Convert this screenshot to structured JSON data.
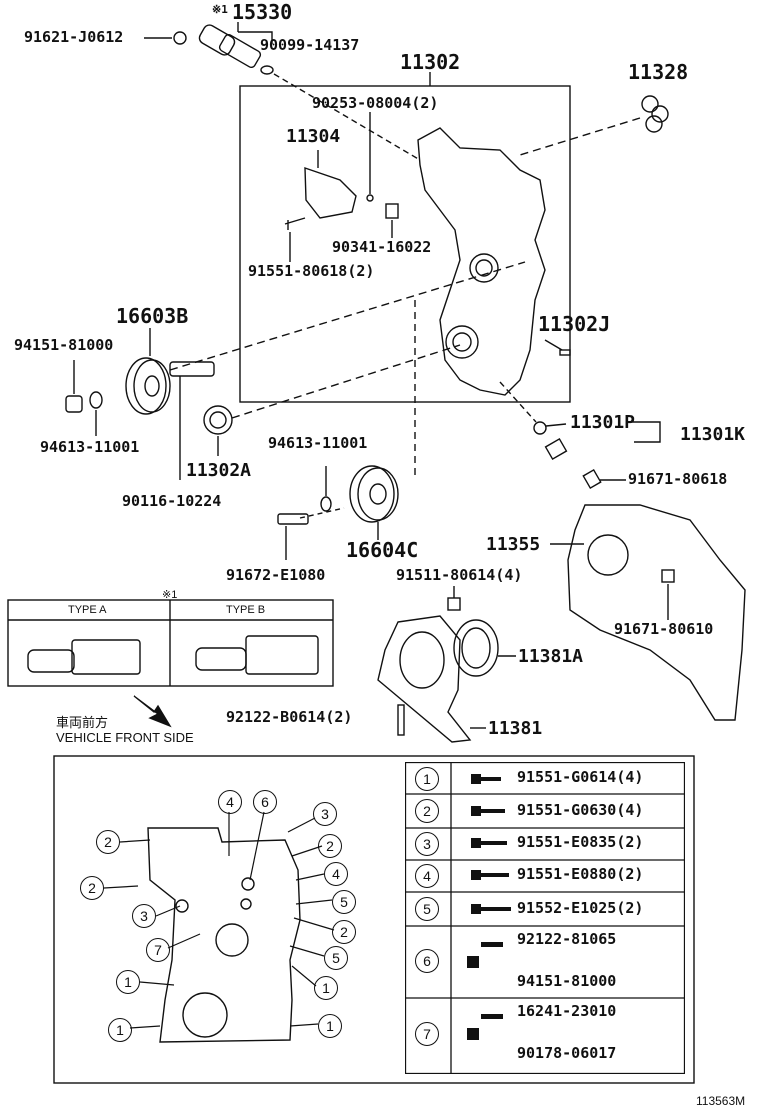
{
  "parts": {
    "p15330": "15330",
    "p15330_note": "※1",
    "p91621": "91621-J0612",
    "p90099": "90099-14137",
    "p11302": "11302",
    "p11328": "11328",
    "p90253": "90253-08004(2)",
    "p11304": "11304",
    "p90341": "90341-16022",
    "p91551_80618": "91551-80618(2)",
    "p16603B": "16603B",
    "p94151": "94151-81000",
    "p11302J": "11302J",
    "p94613_a": "94613-11001",
    "p11302A": "11302A",
    "p90116": "90116-10224",
    "p94613_b": "94613-11001",
    "p11301P": "11301P",
    "p11301K": "11301K",
    "p91671_80618": "91671-80618",
    "p11355": "11355",
    "p91672": "91672-E1080",
    "p16604C": "16604C",
    "p91511": "91511-80614(4)",
    "p91671_80610": "91671-80610",
    "p11381A": "11381A",
    "p92122_B": "92122-B0614(2)",
    "p11381": "11381"
  },
  "types": {
    "note": "※1",
    "type_a": "TYPE A",
    "type_b": "TYPE B"
  },
  "direction": {
    "jp": "車両前方",
    "en": "VEHICLE FRONT SIDE"
  },
  "bolt_table": [
    {
      "num": "1",
      "part": "91551-G0614(4)"
    },
    {
      "num": "2",
      "part": "91551-G0630(4)"
    },
    {
      "num": "3",
      "part": "91551-E0835(2)"
    },
    {
      "num": "4",
      "part": "91551-E0880(2)"
    },
    {
      "num": "5",
      "part": "91552-E1025(2)"
    },
    {
      "num": "6",
      "part_a": "92122-81065",
      "part_b": "94151-81000"
    },
    {
      "num": "7",
      "part_a": "16241-23010",
      "part_b": "90178-06017"
    }
  ],
  "callouts": [
    "4",
    "6",
    "3",
    "2",
    "2",
    "4",
    "2",
    "5",
    "3",
    "2",
    "7",
    "5",
    "1",
    "1",
    "1",
    "1"
  ],
  "footer": "113563M"
}
